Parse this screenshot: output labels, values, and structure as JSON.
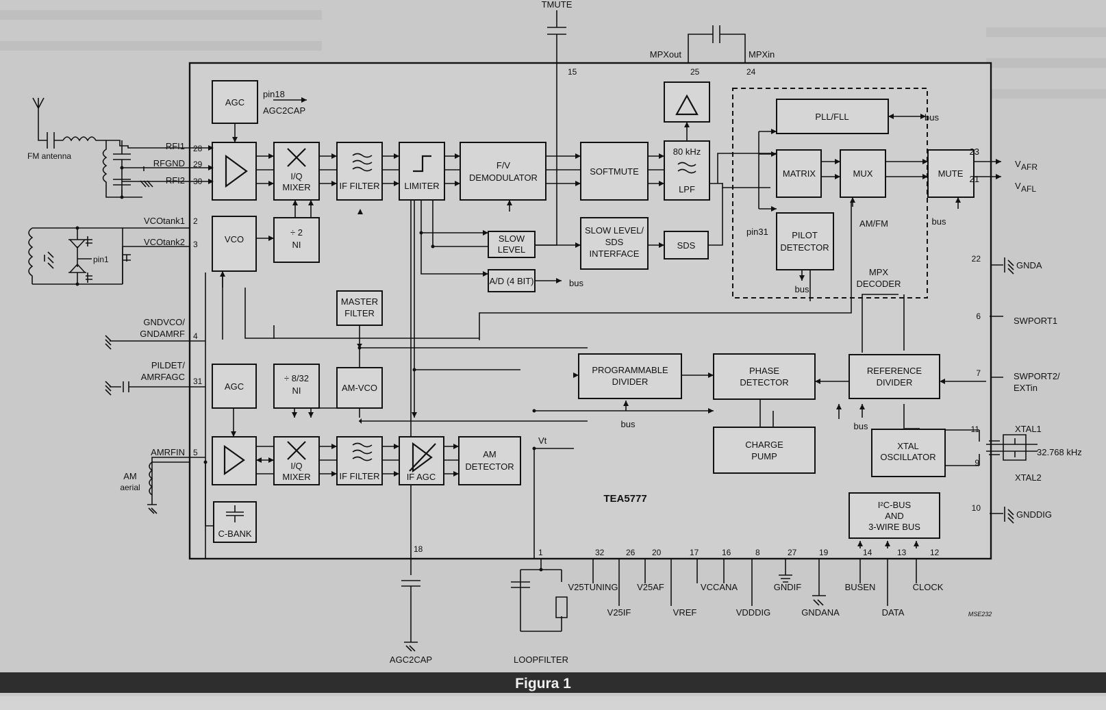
{
  "chip_name": "TEA5777",
  "caption": "Figura 1",
  "drawing_ref": "MSE232",
  "blocks": {
    "agc_fm": "AGC",
    "iq_mixer": [
      "I/Q",
      "MIXER"
    ],
    "if_filter": "IF FILTER",
    "limiter": "LIMITER",
    "fv_demod": [
      "F/V",
      "DEMODULATOR"
    ],
    "softmute": "SOFTMUTE",
    "lpf_freq": "80 kHz",
    "lpf": "LPF",
    "pll_fll": "PLL/FLL",
    "matrix": "MATRIX",
    "mux": "MUX",
    "mute": "MUTE",
    "pilot_detector": [
      "PILOT",
      "DETECTOR"
    ],
    "mpx_decoder": [
      "MPX",
      "DECODER"
    ],
    "vco": "VCO",
    "div2": [
      "÷ 2",
      "NI"
    ],
    "slow_level": [
      "SLOW",
      "LEVEL"
    ],
    "slow_level_sds": [
      "SLOW LEVEL/",
      "SDS",
      "INTERFACE"
    ],
    "sds": "SDS",
    "ad": "A/D (4 BIT)",
    "master_filter": [
      "MASTER",
      "FILTER"
    ],
    "agc_am": "AGC",
    "div832": [
      "÷ 8/32",
      "NI"
    ],
    "am_vco": "AM-VCO",
    "prog_divider": [
      "PROGRAMMABLE",
      "DIVIDER"
    ],
    "phase_detector": [
      "PHASE",
      "DETECTOR"
    ],
    "reference_divider": [
      "REFERENCE",
      "DIVIDER"
    ],
    "charge_pump": [
      "CHARGE",
      "PUMP"
    ],
    "xtal_osc": [
      "XTAL",
      "OSCILLATOR"
    ],
    "i2c_bus": [
      "I²C-BUS",
      "AND",
      "3-WIRE BUS"
    ],
    "iq_mixer_am": [
      "I/Q",
      "MIXER"
    ],
    "if_filter_am": "IF FILTER",
    "if_agc": "IF AGC",
    "am_detector": [
      "AM",
      "DETECTOR"
    ],
    "c_bank": "C-BANK"
  },
  "signals": {
    "tmute": "TMUTE",
    "mpxout": "MPXout",
    "mpxin": "MPXin",
    "pin18_top": "pin18",
    "agc2cap_top": "AGC2CAP",
    "fm_antenna": "FM antenna",
    "rfi1": "RFI1",
    "rfgnd": "RFGND",
    "rfi2": "RFI2",
    "vcotank1": "VCOtank1",
    "vcotank2": "VCOtank2",
    "pin1": "pin1",
    "gndvco": [
      "GNDVCO/",
      "GNDAMRF"
    ],
    "pildet": [
      "PILDET/",
      "AMRFAGC"
    ],
    "amrfin": "AMRFIN",
    "am_aerial": [
      "AM",
      "aerial"
    ],
    "vafr": "V",
    "vafr_sub": "AFR",
    "vafl": "V",
    "vafl_sub": "AFL",
    "am_fm": "AM/FM",
    "pin31": "pin31",
    "gnda": "GNDA",
    "swport1": "SWPORT1",
    "swport2": [
      "SWPORT2/",
      "EXTin"
    ],
    "xtal1": "XTAL1",
    "xtal2": "XTAL2",
    "xtal_freq": "32.768 kHz",
    "gnddig": "GNDDIG",
    "vt": "Vt",
    "bus": "bus",
    "agc2cap_bottom": "AGC2CAP",
    "loopfilter": "LOOPFILTER",
    "v25tuning": "V25TUNING",
    "v25if": "V25IF",
    "v25af": "V25AF",
    "vref": "VREF",
    "vccana": "VCCANA",
    "vdddig": "VDDDIG",
    "gndif": "GNDIF",
    "gndana": "GNDANA",
    "busen": "BUSEN",
    "data": "DATA",
    "clock": "CLOCK"
  },
  "pins": {
    "p15": "15",
    "p25": "25",
    "p24": "24",
    "p28": "28",
    "p29": "29",
    "p30": "30",
    "p2": "2",
    "p3": "3",
    "p4": "4",
    "p31": "31",
    "p5": "5",
    "p23": "23",
    "p21": "21",
    "p22": "22",
    "p6": "6",
    "p7": "7",
    "p11": "11",
    "p9": "9",
    "p10": "10",
    "p18": "18",
    "p1": "1",
    "p32": "32",
    "p26": "26",
    "p20": "20",
    "p17": "17",
    "p16": "16",
    "p8": "8",
    "p27": "27",
    "p19": "19",
    "p14": "14",
    "p13": "13",
    "p12": "12"
  }
}
